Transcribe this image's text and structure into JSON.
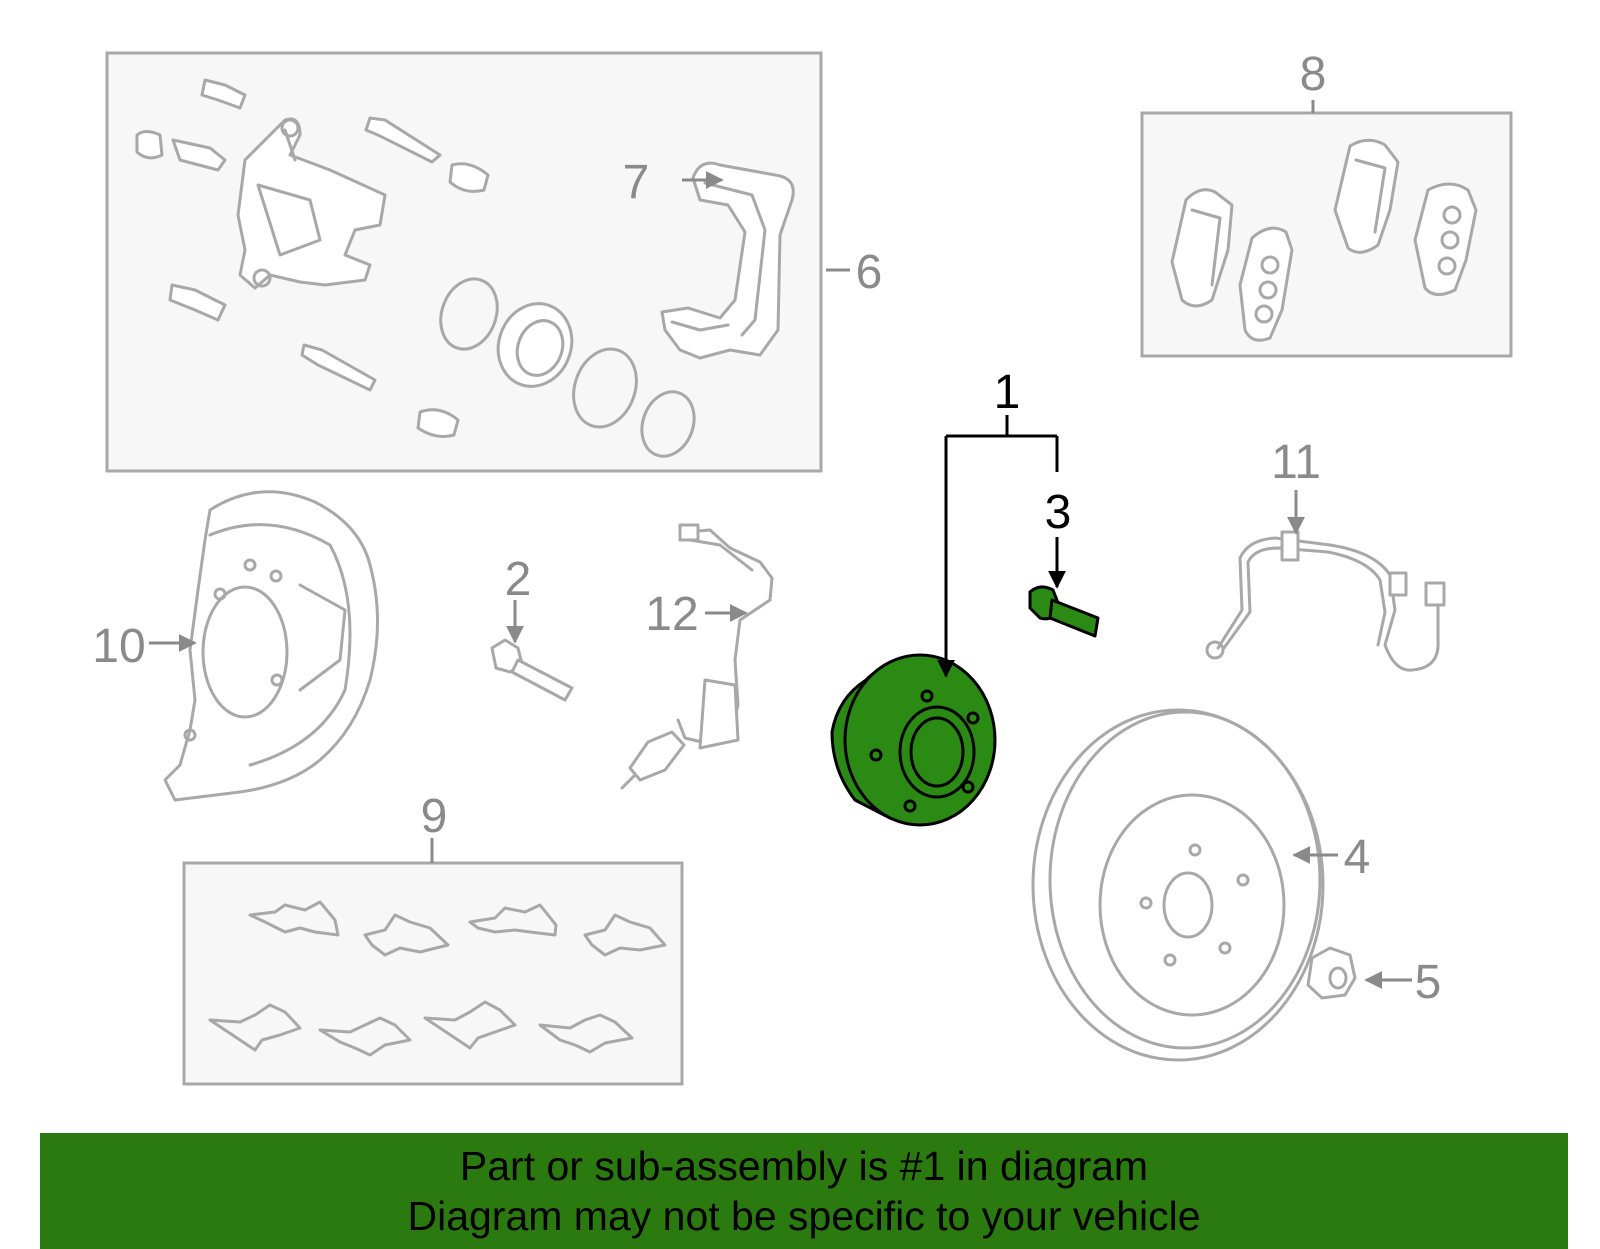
{
  "diagram": {
    "callouts": {
      "c1": "1",
      "c2": "2",
      "c3": "3",
      "c4": "4",
      "c5": "5",
      "c6": "6",
      "c7": "7",
      "c8": "8",
      "c9": "9",
      "c10": "10",
      "c11": "11",
      "c12": "12"
    },
    "highlighted_part": "1",
    "highlight_color": "#2b8a14",
    "banner_color": "#2b7a10"
  },
  "banner": {
    "line1": "Part or sub-assembly is #1 in diagram",
    "line2": "Diagram may not be specific to your vehicle"
  }
}
